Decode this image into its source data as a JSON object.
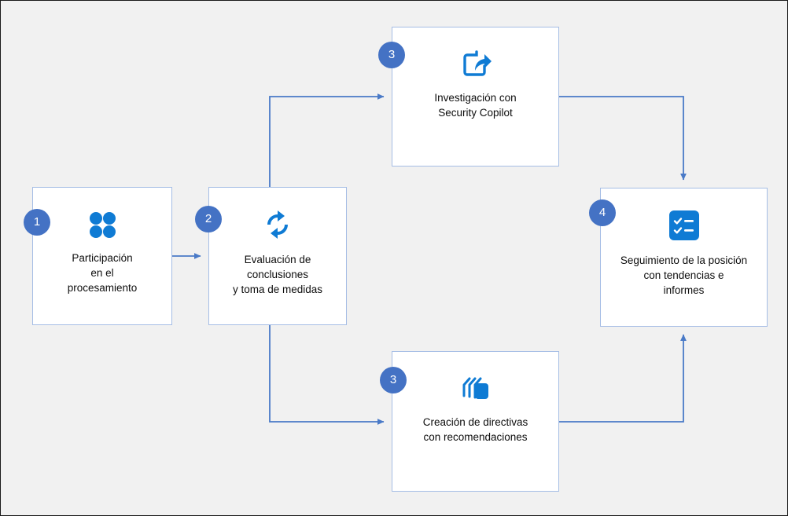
{
  "diagram": {
    "background_color": "#f1f1f1",
    "node_border_color": "#a5bde5",
    "badge_color": "#4472c4",
    "icon_color": "#0f7bd4",
    "connector_color": "#4a7ac7",
    "nodes": [
      {
        "id": "node-1",
        "badge": "1",
        "icon": "four-dots-grid-icon",
        "label": "Participación\nen el\nprocesamiento"
      },
      {
        "id": "node-2",
        "badge": "2",
        "icon": "sync-cycle-icon",
        "label": "Evaluación de conclusiones\ny toma de medidas"
      },
      {
        "id": "node-3a",
        "badge": "3",
        "icon": "share-export-icon",
        "label": "Investigación con\nSecurity Copilot"
      },
      {
        "id": "node-3b",
        "badge": "3",
        "icon": "stacked-layers-icon",
        "label": "Creación de directivas\ncon recomendaciones"
      },
      {
        "id": "node-4",
        "badge": "4",
        "icon": "checklist-icon",
        "label": "Seguimiento de la posición\ncon tendencias e\ninformes"
      }
    ]
  }
}
